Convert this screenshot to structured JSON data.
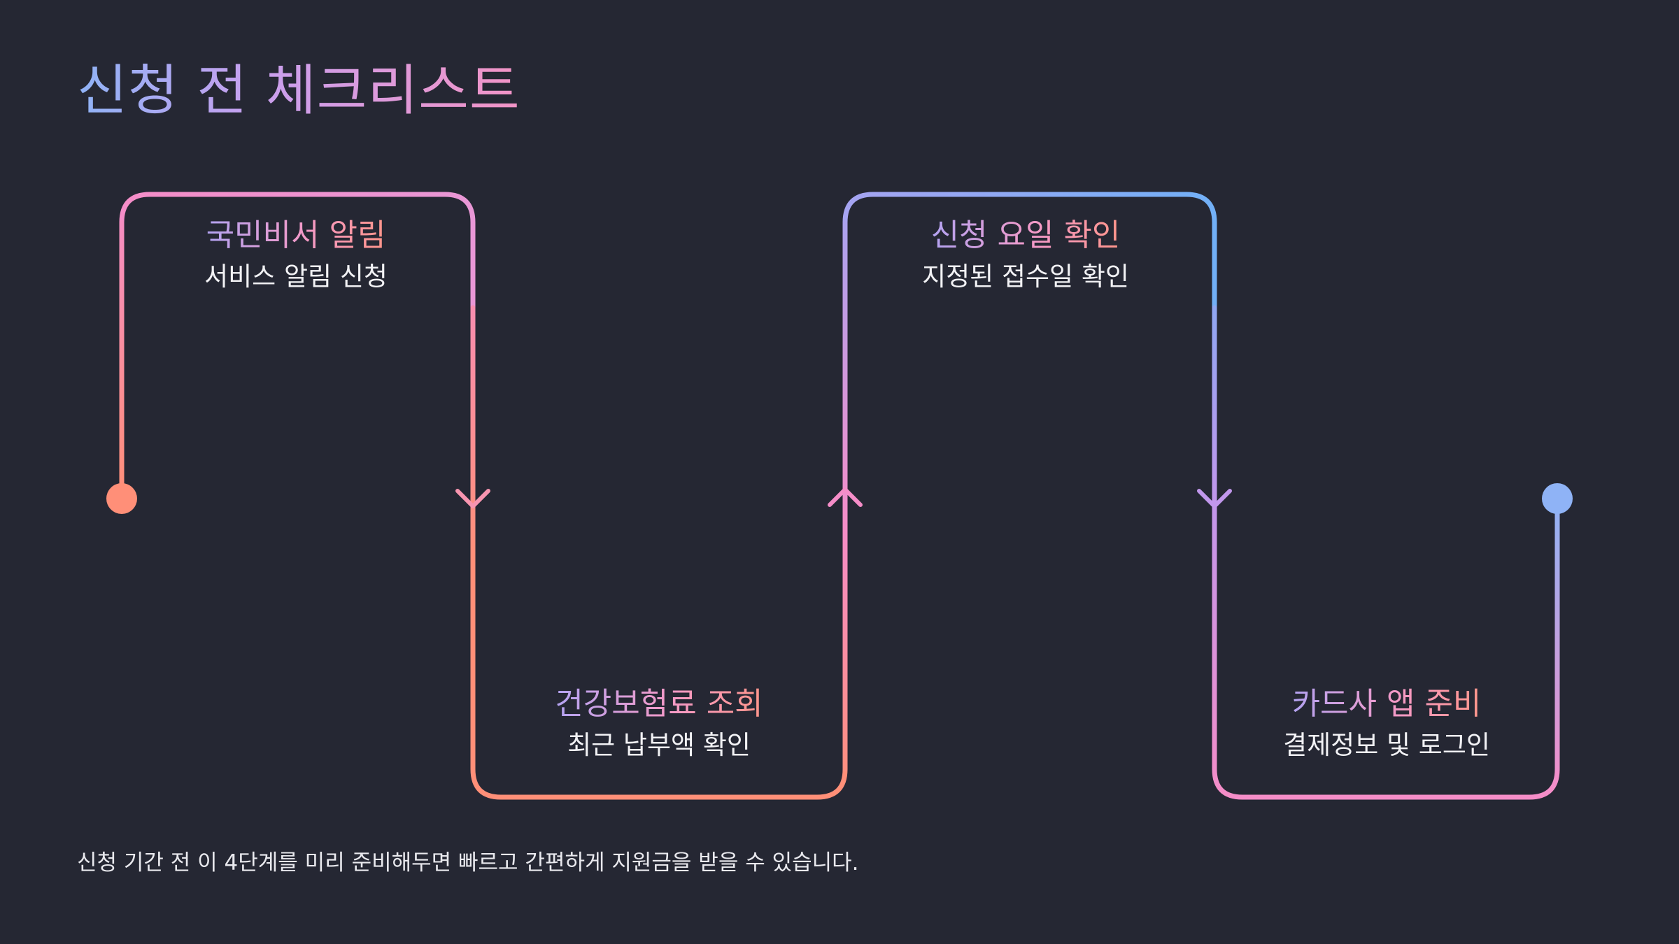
{
  "title": "신청 전 체크리스트",
  "steps": [
    {
      "title": "국민비서 알림",
      "desc": "서비스 알림 신청"
    },
    {
      "title": "건강보험료 조회",
      "desc": "최근 납부액 확인"
    },
    {
      "title": "신청 요일 확인",
      "desc": "지정된 접수일 확인"
    },
    {
      "title": "카드사 앱 준비",
      "desc": "결제정보 및 로그인"
    }
  ],
  "footer": "신청 기간 전 이 4단계를 미리 준비해두면 빠르고 간편하게 지원금을 받을 수 있습니다.",
  "colors": {
    "background": "#252733",
    "coral": "#ff8f78",
    "pink": "#f58dc8",
    "blue": "#8fb3f6"
  }
}
